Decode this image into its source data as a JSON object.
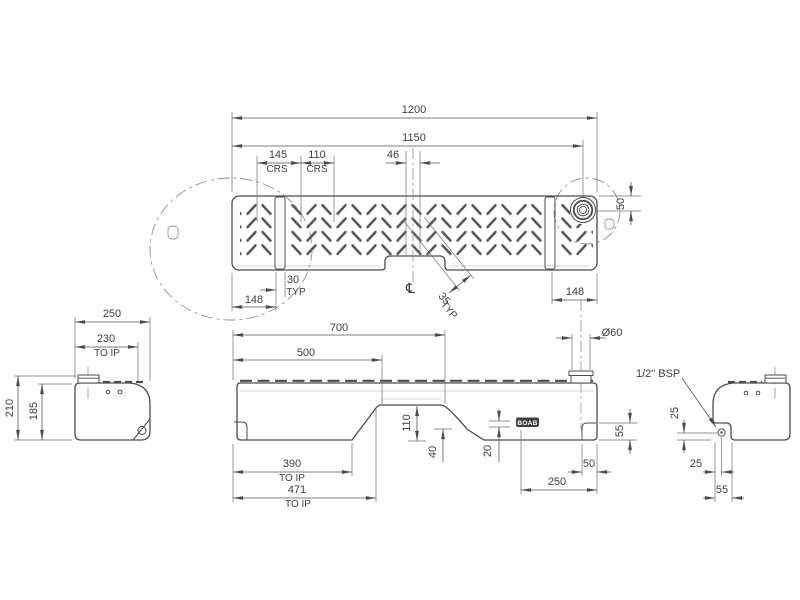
{
  "branding": {
    "logo": "BOAB"
  },
  "top_view": {
    "dim_overall_length": "1200",
    "dim_to_port": "1150",
    "dim_crs_145": "145",
    "crs_label_1": "CRS",
    "dim_crs_110": "110",
    "crs_label_2": "CRS",
    "dim_channel_46": "46",
    "dim_port_offset_50": "50",
    "dim_end_left_148": "148",
    "dim_strip_30": "30",
    "typ_label_30": "TYP",
    "dim_tread_35": "35",
    "typ_label_35": "TYP",
    "dim_end_right_148": "148",
    "centerline_symbol": "℄"
  },
  "front_view": {
    "dim_700": "700",
    "dim_500": "500",
    "dim_filler_dia": "Ø60",
    "dim_mid_height_110": "110",
    "dim_40": "40",
    "dim_20": "20",
    "dim_pocket_55": "55",
    "dim_pocket_50": "50",
    "dim_250": "250",
    "dim_390": "390",
    "to_ip_390": "TO IP",
    "dim_471": "471",
    "to_ip_471": "TO IP"
  },
  "left_view": {
    "dim_width_250": "250",
    "dim_230": "230",
    "to_ip": "TO IP",
    "dim_height_210": "210",
    "dim_height_185": "185"
  },
  "right_view": {
    "fitting_label": "1/2\" BSP",
    "dim_25_vertical": "25",
    "dim_25_horizontal": "25",
    "dim_55": "55"
  }
}
